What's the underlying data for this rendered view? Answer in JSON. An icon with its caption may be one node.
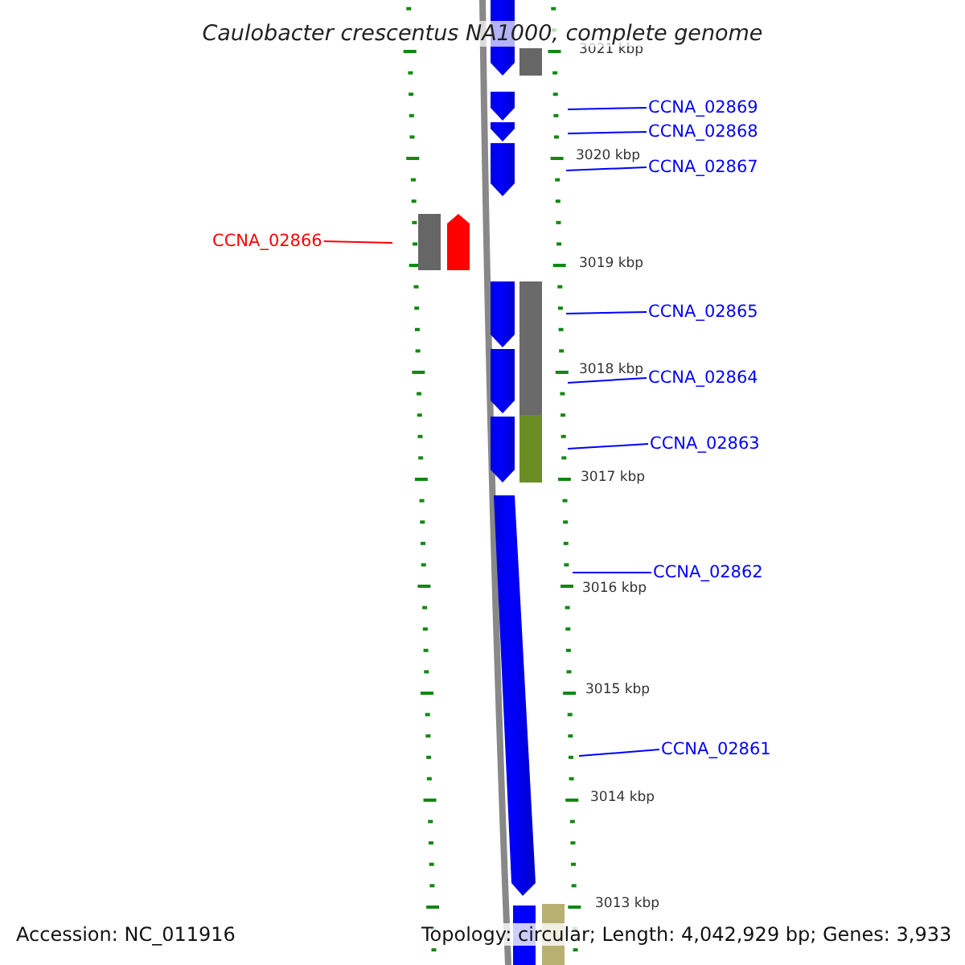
{
  "diagram": {
    "title": "Caulobacter crescentus NA1000, complete genome",
    "nodes": [
      {
        "text": [
          "CCNA_02869"
        ]
      },
      {
        "text": [
          "CCNA_02868"
        ]
      },
      {
        "text": [
          "CCNA_02867"
        ]
      },
      {
        "text": [
          "CCNA_02866"
        ]
      },
      {
        "text": [
          "CCNA_02865"
        ]
      },
      {
        "text": [
          "CCNA_02864"
        ]
      },
      {
        "text": [
          "CCNA_02863"
        ]
      },
      {
        "text": [
          "CCNA_02862"
        ]
      },
      {
        "text": [
          "CCNA_02861"
        ]
      }
    ],
    "edges": [
      {
        "from": 0,
        "to": null,
        "arrow": "none"
      },
      {
        "from": 1,
        "to": null,
        "arrow": "none"
      },
      {
        "from": 2,
        "to": null,
        "arrow": "none"
      },
      {
        "from": 3,
        "to": null,
        "arrow": "none",
        "color": "#ff0000"
      },
      {
        "from": 4,
        "to": null,
        "arrow": "none"
      },
      {
        "from": 5,
        "to": null,
        "arrow": "none"
      },
      {
        "from": 6,
        "to": null,
        "arrow": "none"
      },
      {
        "from": 7,
        "to": null,
        "arrow": "none"
      },
      {
        "from": 8,
        "to": null,
        "arrow": "none"
      }
    ],
    "labels": [
      "3021 kbp",
      "3020 kbp",
      "3019 kbp",
      "3018 kbp",
      "3017 kbp",
      "3016 kbp",
      "3015 kbp",
      "3014 kbp",
      "3013 kbp",
      "Accession: NC_011916",
      "Topology: circular; Length: 4,042,929 bp; Genes: 3,933"
    ]
  }
}
